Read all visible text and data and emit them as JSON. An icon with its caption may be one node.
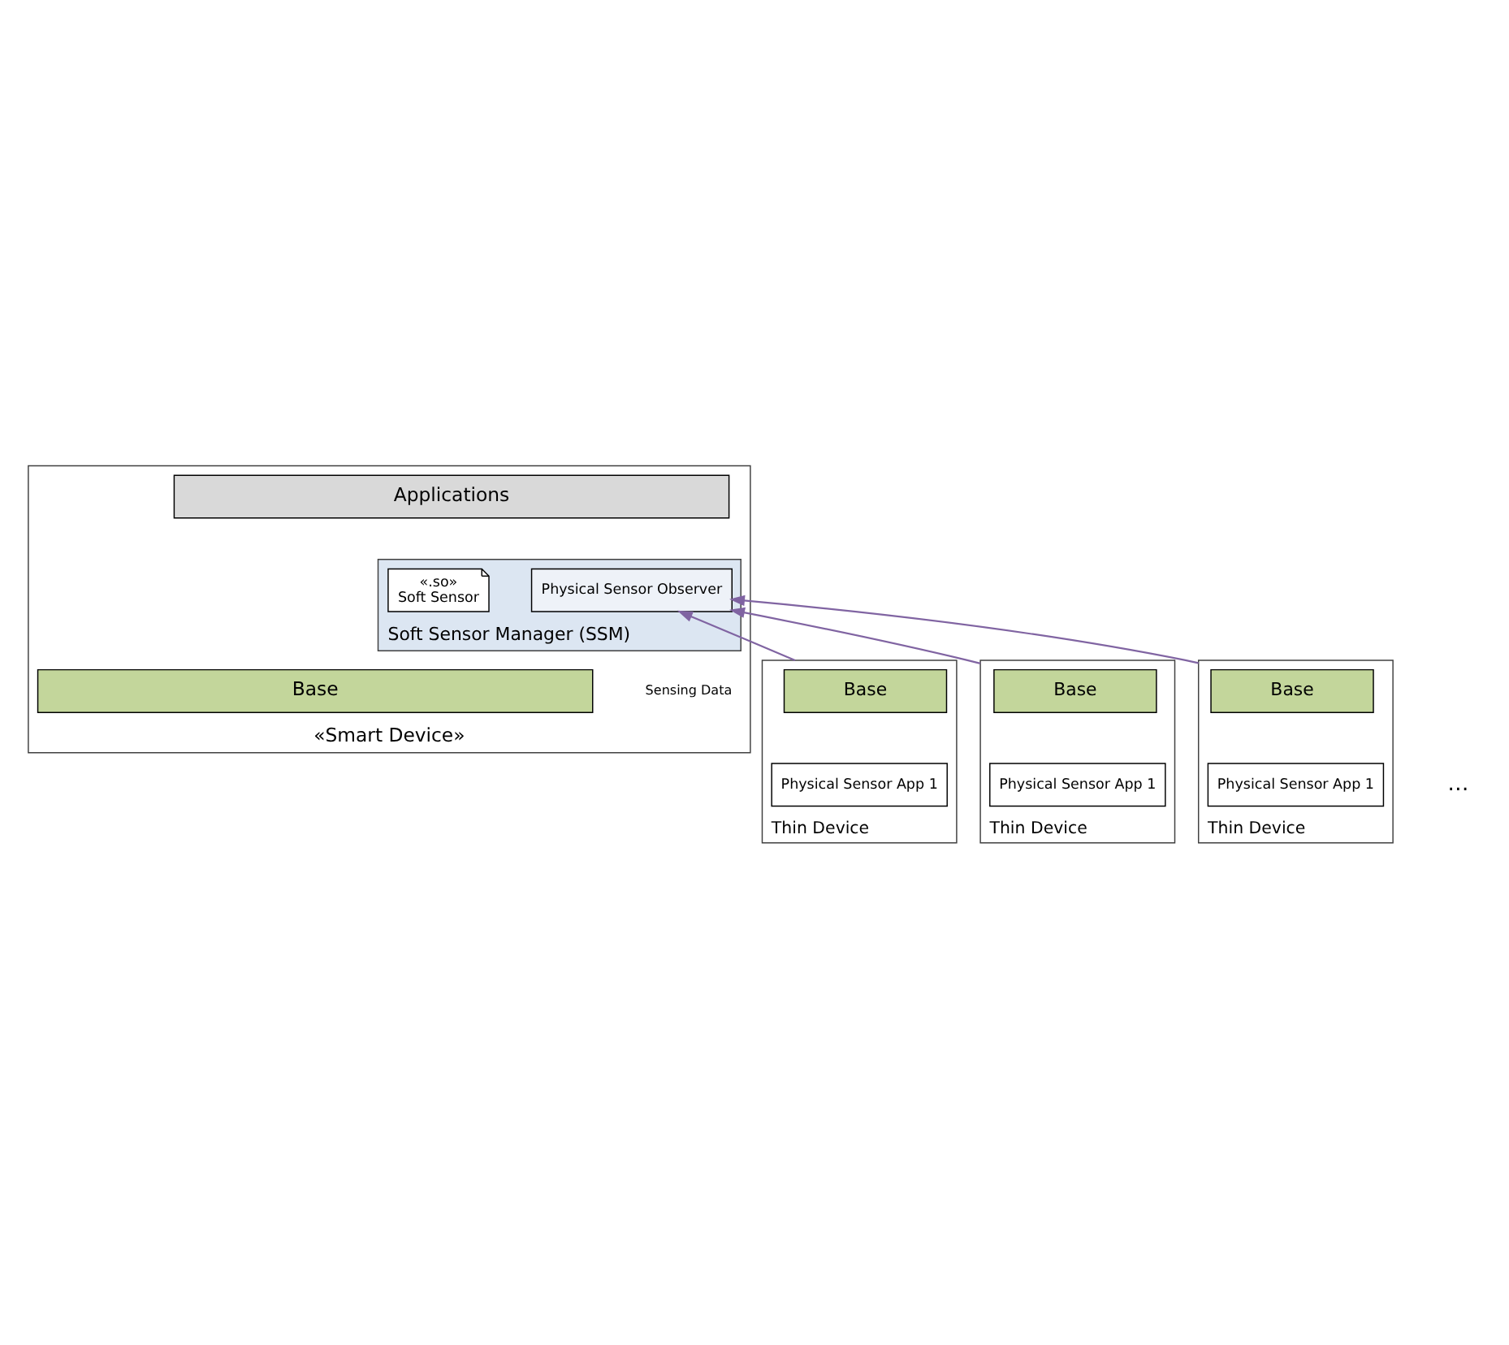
{
  "diagram": {
    "nodes": [
      {
        "text": [
          "«Smart Device»"
        ]
      },
      {
        "text": [
          "Applications"
        ],
        "in": 0
      },
      {
        "text": [
          "Soft Sensor Manager (SSM)"
        ],
        "in": 0
      },
      {
        "text": [
          "Physical Sensor Observer"
        ],
        "in": 2
      },
      {
        "text": [
          "«.so»",
          "Soft Sensor"
        ],
        "in": 2
      },
      {
        "text": [
          "Base"
        ],
        "in": 0
      },
      {
        "text": [
          "Thin Device"
        ]
      },
      {
        "text": [
          "Base"
        ],
        "in": 6
      },
      {
        "text": [
          "Physical Sensor App 1"
        ],
        "in": 6
      },
      {
        "text": [
          "Thin Device"
        ]
      },
      {
        "text": [
          "Base"
        ],
        "in": 9
      },
      {
        "text": [
          "Physical Sensor App 1"
        ],
        "in": 9
      },
      {
        "text": [
          "Thin Device"
        ]
      },
      {
        "text": [
          "Base"
        ],
        "in": 12
      },
      {
        "text": [
          "Physical Sensor App 1"
        ],
        "in": 12
      }
    ],
    "edges": [
      {
        "from": 6,
        "to": 3,
        "arrow": "to",
        "color": "#8064a2"
      },
      {
        "from": 9,
        "to": 3,
        "arrow": "to",
        "color": "#8064a2"
      },
      {
        "from": 12,
        "to": 3,
        "arrow": "to",
        "color": "#8064a2"
      }
    ],
    "labels": [
      "Sensing Data",
      "…"
    ]
  }
}
